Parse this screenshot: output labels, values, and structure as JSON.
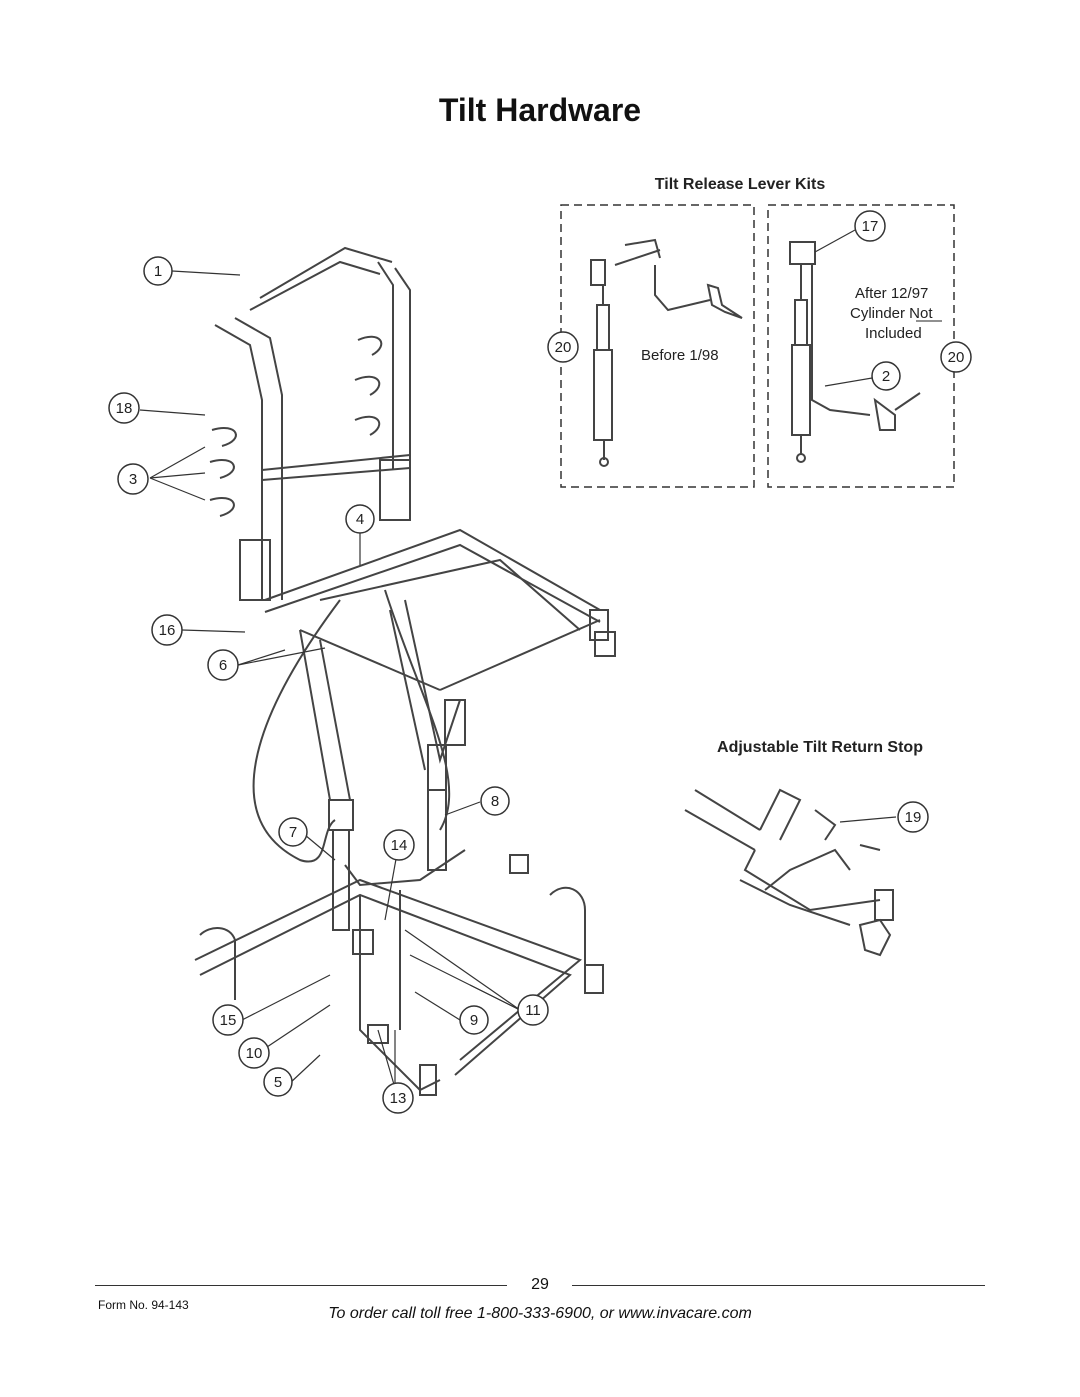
{
  "page": {
    "title": "Tilt Hardware",
    "page_number": "29",
    "form_number": "Form No.  94-143",
    "order_text": "To order call toll free 1-800-333-6900, or www.invacare.com"
  },
  "diagram": {
    "release_kits_header": "Tilt Release Lever Kits",
    "before_label": "Before 1/98",
    "after_label_1": "After 12/97",
    "after_label_2": "Cylinder Not",
    "after_label_3": "Included",
    "return_stop_header": "Adjustable Tilt Return Stop",
    "callouts": {
      "c1": "1",
      "c2": "2",
      "c3": "3",
      "c4": "4",
      "c5": "5",
      "c6": "6",
      "c7": "7",
      "c8": "8",
      "c9": "9",
      "c10": "10",
      "c11": "11",
      "c13": "13",
      "c14": "14",
      "c15": "15",
      "c16": "16",
      "c17": "17",
      "c18": "18",
      "c19": "19",
      "c20a": "20",
      "c20b": "20"
    }
  }
}
